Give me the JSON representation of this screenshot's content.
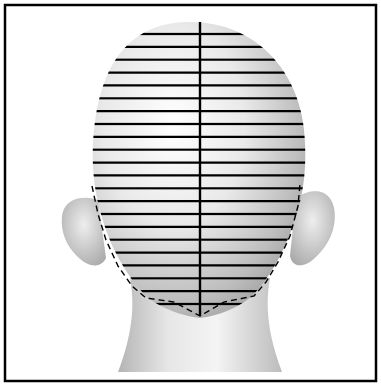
{
  "illustration": {
    "subject": "head-back-view",
    "icon": "head-sectioning-diagram",
    "colors": {
      "background": "#ffffff",
      "border": "#000000",
      "skin_light": "#f7f7f7",
      "skin_dark": "#a8a8a8",
      "section_line": "#000000"
    },
    "horizontal_partings": 22,
    "center_parting": true,
    "nape_outline": "dashed"
  }
}
